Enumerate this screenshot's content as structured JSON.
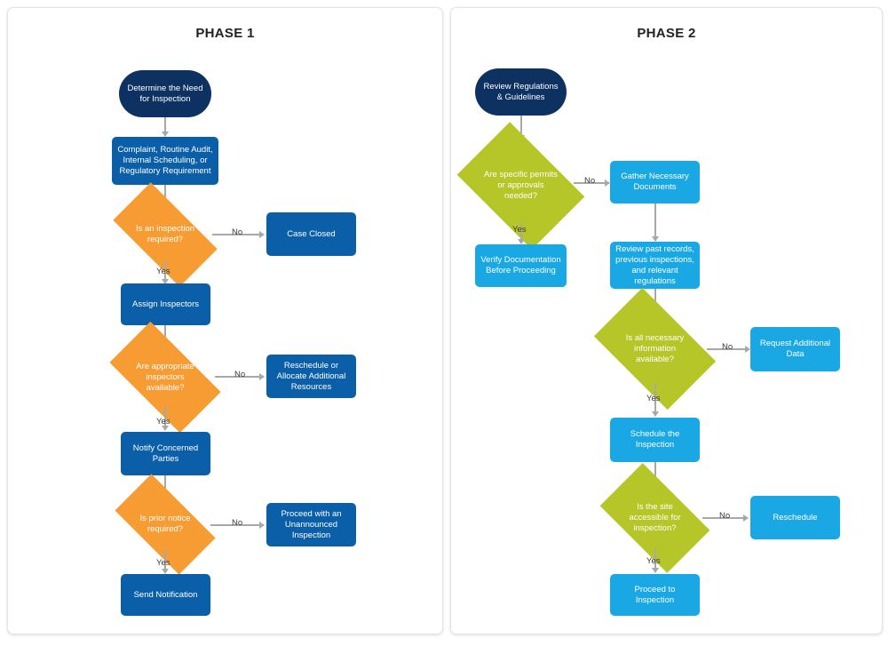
{
  "diagram": {
    "panels": [
      {
        "id": "phase-1",
        "title": "PHASE 1",
        "nodes": [
          {
            "id": "p1-start",
            "label": "Determine the Need for Inspection",
            "shape": "terminator",
            "color": "#0d3161"
          },
          {
            "id": "p1-trigger",
            "label": "Complaint, Routine Audit, Internal Scheduling, or Regulatory Requirement",
            "shape": "process",
            "color": "#0a5fa8"
          },
          {
            "id": "p1-d1",
            "label": "Is an inspection required?",
            "shape": "decision",
            "color": "#f69c33"
          },
          {
            "id": "p1-case-closed",
            "label": "Case Closed",
            "shape": "process",
            "color": "#0a5fa8"
          },
          {
            "id": "p1-assign",
            "label": "Assign Inspectors",
            "shape": "process",
            "color": "#0a5fa8"
          },
          {
            "id": "p1-d2",
            "label": "Are appropriate inspectors available?",
            "shape": "decision",
            "color": "#f69c33"
          },
          {
            "id": "p1-reschedule",
            "label": "Reschedule or Allocate Additional Resources",
            "shape": "process",
            "color": "#0a5fa8"
          },
          {
            "id": "p1-notify",
            "label": "Notify Concerned Parties",
            "shape": "process",
            "color": "#0a5fa8"
          },
          {
            "id": "p1-d3",
            "label": "Is prior notice required?",
            "shape": "decision",
            "color": "#f69c33"
          },
          {
            "id": "p1-unannounced",
            "label": "Proceed with an Unannounced Inspection",
            "shape": "process",
            "color": "#0a5fa8"
          },
          {
            "id": "p1-send",
            "label": "Send Notification",
            "shape": "process",
            "color": "#0a5fa8"
          }
        ],
        "edge_labels": {
          "d1_no": "No",
          "d1_yes": "Yes",
          "d2_no": "No",
          "d2_yes": "Yes",
          "d3_no": "No",
          "d3_yes": "Yes"
        }
      },
      {
        "id": "phase-2",
        "title": "PHASE 2",
        "nodes": [
          {
            "id": "p2-start",
            "label": "Review Regulations & Guidelines",
            "shape": "terminator",
            "color": "#0d3161"
          },
          {
            "id": "p2-d1",
            "label": "Are specific permits or approvals needed?",
            "shape": "decision",
            "color": "#b6c527"
          },
          {
            "id": "p2-gather",
            "label": "Gather Necessary Documents",
            "shape": "process",
            "color": "#19a8e3"
          },
          {
            "id": "p2-verify",
            "label": "Verify Documentation Before Proceeding",
            "shape": "process",
            "color": "#19a8e3"
          },
          {
            "id": "p2-review",
            "label": "Review past records, previous inspections, and relevant regulations",
            "shape": "process",
            "color": "#19a8e3"
          },
          {
            "id": "p2-d2",
            "label": "Is all necessary information available?",
            "shape": "decision",
            "color": "#b6c527"
          },
          {
            "id": "p2-request",
            "label": "Request Additional Data",
            "shape": "process",
            "color": "#19a8e3"
          },
          {
            "id": "p2-schedule",
            "label": "Schedule the Inspection",
            "shape": "process",
            "color": "#19a8e3"
          },
          {
            "id": "p2-d3",
            "label": "Is the site accessible for inspection?",
            "shape": "decision",
            "color": "#b6c527"
          },
          {
            "id": "p2-resched",
            "label": "Reschedule",
            "shape": "process",
            "color": "#19a8e3"
          },
          {
            "id": "p2-proceed",
            "label": "Proceed to Inspection",
            "shape": "process",
            "color": "#19a8e3"
          }
        ],
        "edge_labels": {
          "d1_no": "No",
          "d1_yes": "Yes",
          "d2_no": "No",
          "d2_yes": "Yes",
          "d3_no": "No",
          "d3_yes": "Yes"
        }
      }
    ],
    "colors": {
      "navy": "#0d3161",
      "blue": "#0a5fa8",
      "cyan": "#19a8e3",
      "orange": "#f69c33",
      "olive": "#b6c527",
      "connector": "#a8a8a8",
      "panel_border": "#e3e3e3",
      "background": "#ffffff"
    }
  }
}
